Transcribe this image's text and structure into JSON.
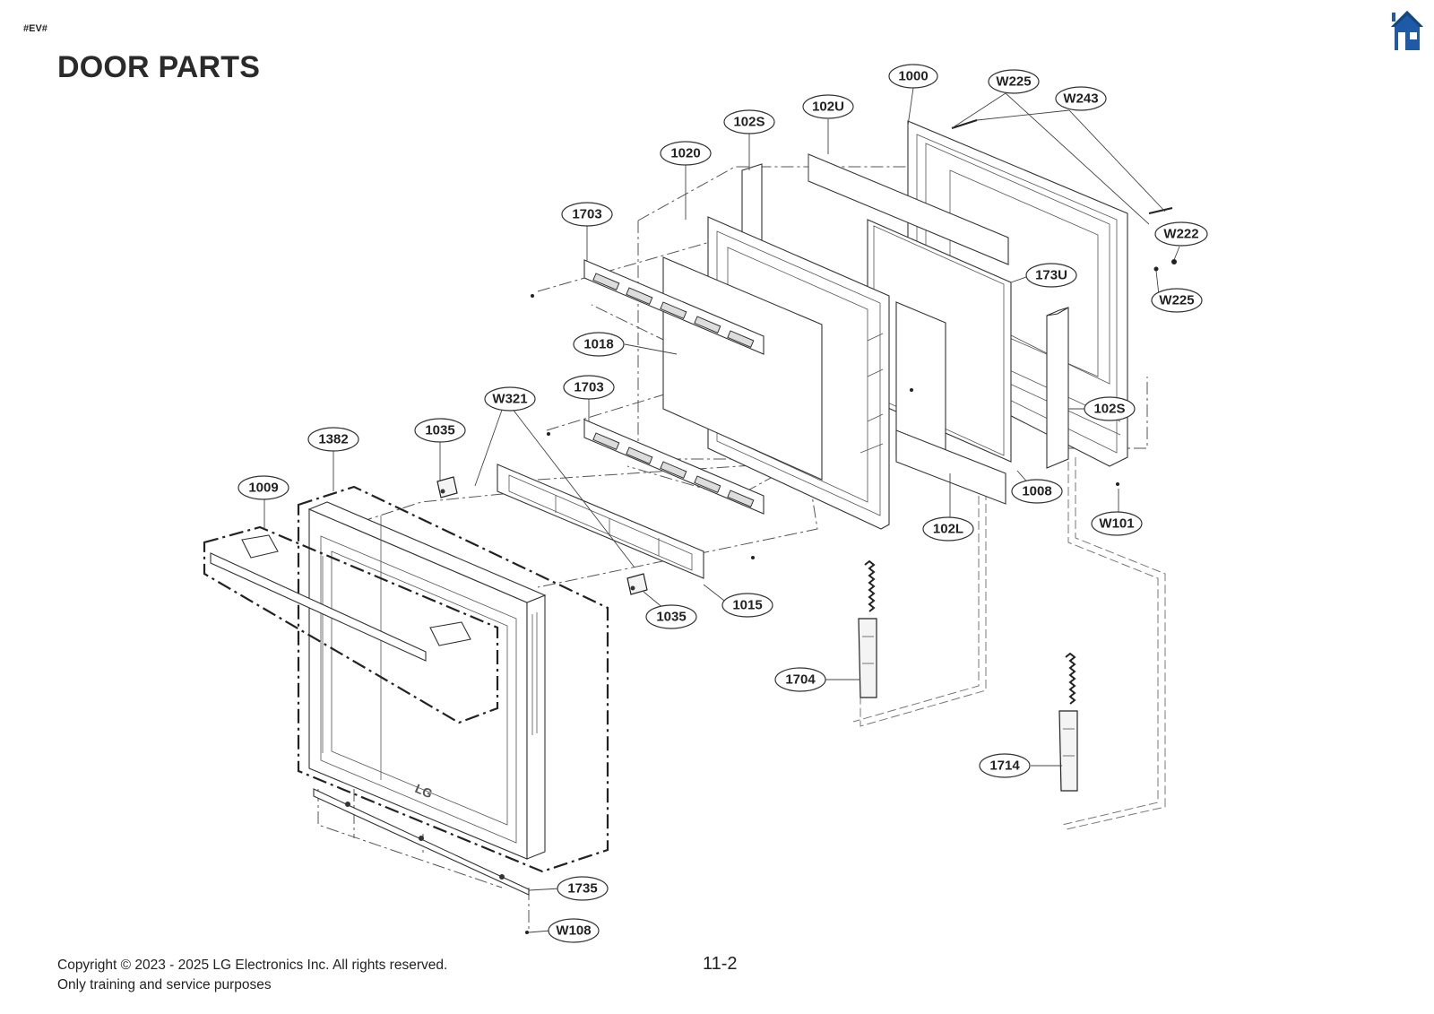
{
  "header": {
    "tag": "#EV#",
    "title": "DOOR PARTS"
  },
  "icons": {
    "home": "home-icon",
    "home_color": "#1f5aa6"
  },
  "callouts": {
    "c1000": "1000",
    "cW225a": "W225",
    "cW243": "W243",
    "c102U": "102U",
    "c102Sa": "102S",
    "c1020": "1020",
    "c1703a": "1703",
    "cW222": "W222",
    "c173U": "173U",
    "cW225b": "W225",
    "c1018": "1018",
    "c1703b": "1703",
    "cW321": "W321",
    "c102Sb": "102S",
    "c1035a": "1035",
    "c1382": "1382",
    "c1008": "1008",
    "cW101": "W101",
    "c1009": "1009",
    "c102L": "102L",
    "c1015": "1015",
    "c1035b": "1035",
    "c1704": "1704",
    "c1714": "1714",
    "c1735": "1735",
    "cW108": "W108"
  },
  "footer": {
    "copyright": "Copyright © 2023 - 2025 LG Electronics Inc. All rights reserved.",
    "note": "Only training and service purposes",
    "page": "11-2"
  },
  "door_logo": "LG"
}
